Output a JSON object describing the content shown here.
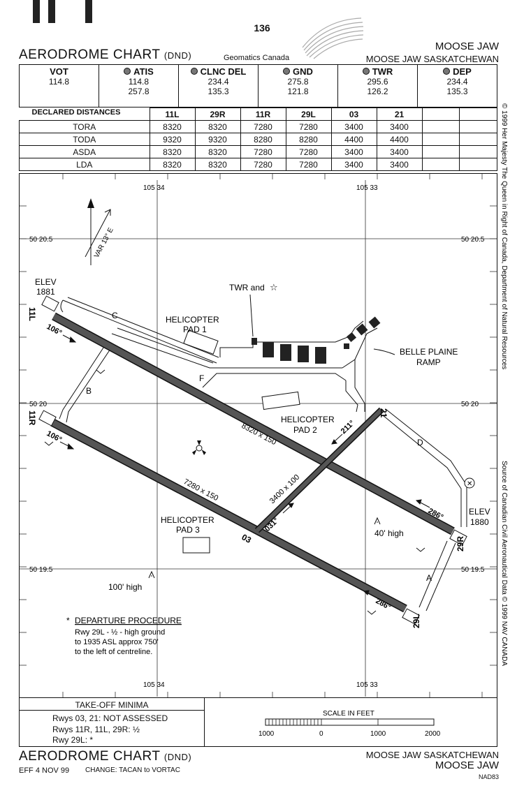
{
  "page_number": "136",
  "header": {
    "title": "AERODROME CHART",
    "title_suffix": "(DND)",
    "publisher": "Geomatics Canada",
    "aerodrome": "MOOSE JAW",
    "location": "MOOSE JAW  SASKATCHEWAN"
  },
  "frequencies": [
    {
      "name": "VOT",
      "values": [
        "114.8"
      ],
      "dot": false
    },
    {
      "name": "ATIS",
      "values": [
        "114.8",
        "257.8"
      ],
      "dot": true
    },
    {
      "name": "CLNC DEL",
      "values": [
        "234.4",
        "135.3"
      ],
      "dot": true
    },
    {
      "name": "GND",
      "values": [
        "275.8",
        "121.8"
      ],
      "dot": true
    },
    {
      "name": "TWR",
      "values": [
        "295.6",
        "126.2"
      ],
      "dot": true
    },
    {
      "name": "DEP",
      "values": [
        "234.4",
        "135.3"
      ],
      "dot": true
    }
  ],
  "declared_distances": {
    "title": "DECLARED DISTANCES",
    "runways": [
      "11L",
      "29R",
      "11R",
      "29L",
      "03",
      "21"
    ],
    "rows": [
      {
        "label": "TORA",
        "values": [
          "8320",
          "8320",
          "7280",
          "7280",
          "3400",
          "3400"
        ]
      },
      {
        "label": "TODA",
        "values": [
          "9320",
          "9320",
          "8280",
          "8280",
          "4400",
          "4400"
        ]
      },
      {
        "label": "ASDA",
        "values": [
          "8320",
          "8320",
          "7280",
          "7280",
          "3400",
          "3400"
        ]
      },
      {
        "label": "LDA",
        "values": [
          "8320",
          "8320",
          "7280",
          "7280",
          "3400",
          "3400"
        ]
      }
    ]
  },
  "map": {
    "grid_lon": [
      "105 34",
      "105 33"
    ],
    "grid_lat": [
      "50 20.5",
      "50 20",
      "50 19.5"
    ],
    "variation": "VAR 13° E",
    "elev_nw_label": "ELEV",
    "elev_nw": "1881",
    "elev_se_label": "ELEV",
    "elev_se": "1880",
    "twr_label": "TWR and",
    "helipad1": [
      "HELICOPTER",
      "PAD 1"
    ],
    "helipad2": [
      "HELICOPTER",
      "PAD 2"
    ],
    "helipad3": [
      "HELICOPTER",
      "PAD 3"
    ],
    "ramp": [
      "BELLE PLAINE",
      "RAMP"
    ],
    "taxiways": [
      "A",
      "B",
      "C",
      "D",
      "F"
    ],
    "runway_ids": {
      "r11l": "11L",
      "r29r": "29R",
      "r11r": "11R",
      "r29l": "29L",
      "r03": "03",
      "r21": "21"
    },
    "headings": {
      "h106a": "106°",
      "h106b": "106°",
      "h286a": "286°",
      "h286b": "286°",
      "h031": "031°",
      "h211": "211°"
    },
    "dims": {
      "main": "8320 x 150",
      "parallel": "7280 x 150",
      "cross": "3400 x 100"
    },
    "obstacles": [
      {
        "label": "40' high"
      },
      {
        "label": "100' high"
      }
    ]
  },
  "copyright_right": "© 1999 Her Majesty The Queen in Right of Canada, Department of Natural Resources",
  "source_right": "Source of Canadian Civil Aeronautical Data © 1999 NAV CANADA",
  "departure": {
    "title": "DEPARTURE PROCEDURE",
    "lines": [
      "Rwy 29L - ½ - high ground",
      "to 1935 ASL approx 750'",
      "to the left of centreline."
    ]
  },
  "takeoff_minima": {
    "title": "TAKE-OFF MINIMA",
    "lines": [
      "Rwys 03, 21: NOT ASSESSED",
      "Rwys 11R, 11L, 29R:   ½",
      "Rwy 29L:  *"
    ]
  },
  "scale": {
    "title": "SCALE IN FEET",
    "labels": [
      "1000",
      "0",
      "1000",
      "2000"
    ]
  },
  "footer": {
    "title": "AERODROME CHART",
    "title_suffix": "(DND)",
    "location": "MOOSE JAW  SASKATCHEWAN",
    "aerodrome": "MOOSE JAW",
    "eff": "EFF 4 NOV 99",
    "change": "CHANGE:  TACAN to VORTAC",
    "datum": "NAD83"
  }
}
